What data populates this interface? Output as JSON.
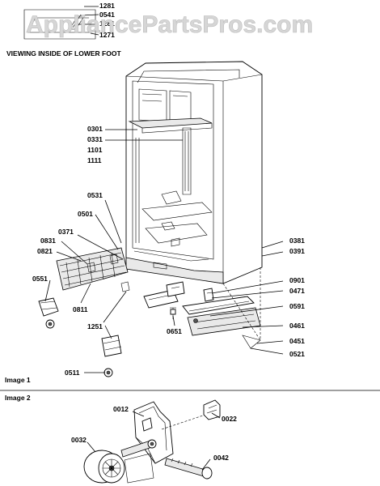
{
  "watermark": "AppliancePartsPros.com",
  "view_caption": "VIEWING INSIDE OF LOWER FOOT",
  "image1_label": "Image 1",
  "image2_label": "Image 2",
  "inset_labels": [
    "1281",
    "0541",
    "1281",
    "1271"
  ],
  "parts_image1": {
    "p0301": "0301",
    "p0331": "0331",
    "p1101": "1101",
    "p1111": "1111",
    "p0531": "0531",
    "p0501": "0501",
    "p0371": "0371",
    "p0831": "0831",
    "p0821": "0821",
    "p0551": "0551",
    "p0811": "0811",
    "p1251": "1251",
    "p0511": "0511",
    "p0651": "0651",
    "p0381": "0381",
    "p0391": "0391",
    "p0901": "0901",
    "p0471": "0471",
    "p0591": "0591",
    "p0461": "0461",
    "p0451": "0451",
    "p0521": "0521"
  },
  "parts_image2": {
    "p0012": "0012",
    "p0022": "0022",
    "p0032": "0032",
    "p0042": "0042"
  }
}
